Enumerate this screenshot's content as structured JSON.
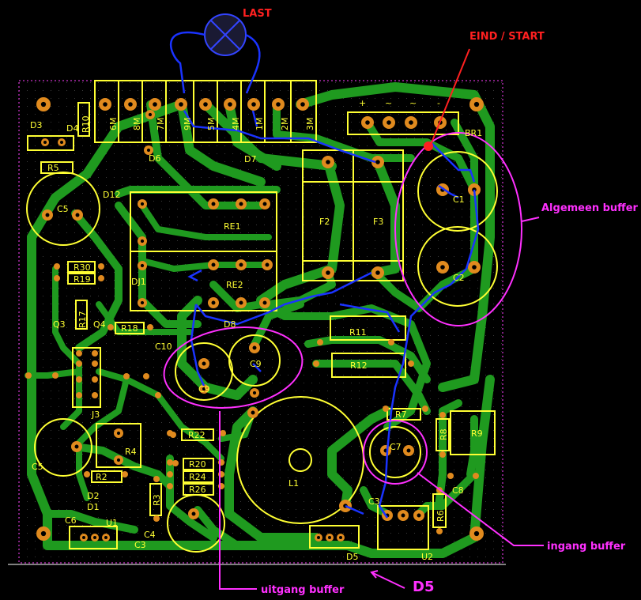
{
  "annotations": {
    "load": "LAST",
    "end_start": "EIND / START",
    "general_buffer": "Algemeen buffer",
    "input_buffer": "ingang buffer",
    "output_buffer": "uitgang buffer",
    "d5_pointer": "D5"
  },
  "labels": {
    "R10": "R10",
    "D3": "D3",
    "D4": "D4",
    "R5": "R5",
    "C5a": "C5",
    "D12": "D12",
    "R30": "R30",
    "R19": "R19",
    "DJ1": "DJ1",
    "Q3": "Q3",
    "R17": "R17",
    "Q4": "Q4",
    "R18": "R18",
    "C10": "C10",
    "J3": "J3",
    "C5b": "C5",
    "R4": "R4",
    "R2": "R2",
    "D2": "D2",
    "D1": "D1",
    "C6": "C6",
    "U1": "U1",
    "C4": "C4",
    "C3a": "C3",
    "R3": "R3",
    "R22": "R22",
    "R20": "R20",
    "R24": "R24",
    "R26": "R26",
    "L1": "L1",
    "C9": "C9",
    "C9b": "C9",
    "RE1": "RE1",
    "RE2": "RE2",
    "D8": "D8",
    "R11": "R11",
    "R12": "R12",
    "F2": "F2",
    "F3": "F3",
    "BR1": "BR1",
    "C1": "C1",
    "C2": "C2",
    "R7": "R7",
    "C7": "C7",
    "R8": "R8",
    "R9": "R9",
    "C8": "C8",
    "C3b": "C3",
    "R6": "R6",
    "D5": "D5",
    "U2": "U2",
    "D6": "D6",
    "D7": "D7",
    "M6": "6M",
    "M8": "8M",
    "M7": "7M",
    "M9": "9M",
    "M5": "5M",
    "M4": "4M",
    "M1": "1M",
    "M2": "2M",
    "M3": "3M",
    "bridge_plus": "+",
    "bridge_tilde1": "~",
    "bridge_tilde2": "~",
    "bridge_minus": "-"
  },
  "colors": {
    "background": "#000000",
    "copper": "#1f9a1f",
    "pad": "#e08a1e",
    "silkscreen": "#ffff33",
    "current_flow": "#1a33ff",
    "annotation_red": "#ff2020",
    "annotation_magenta": "#ff30ff"
  }
}
